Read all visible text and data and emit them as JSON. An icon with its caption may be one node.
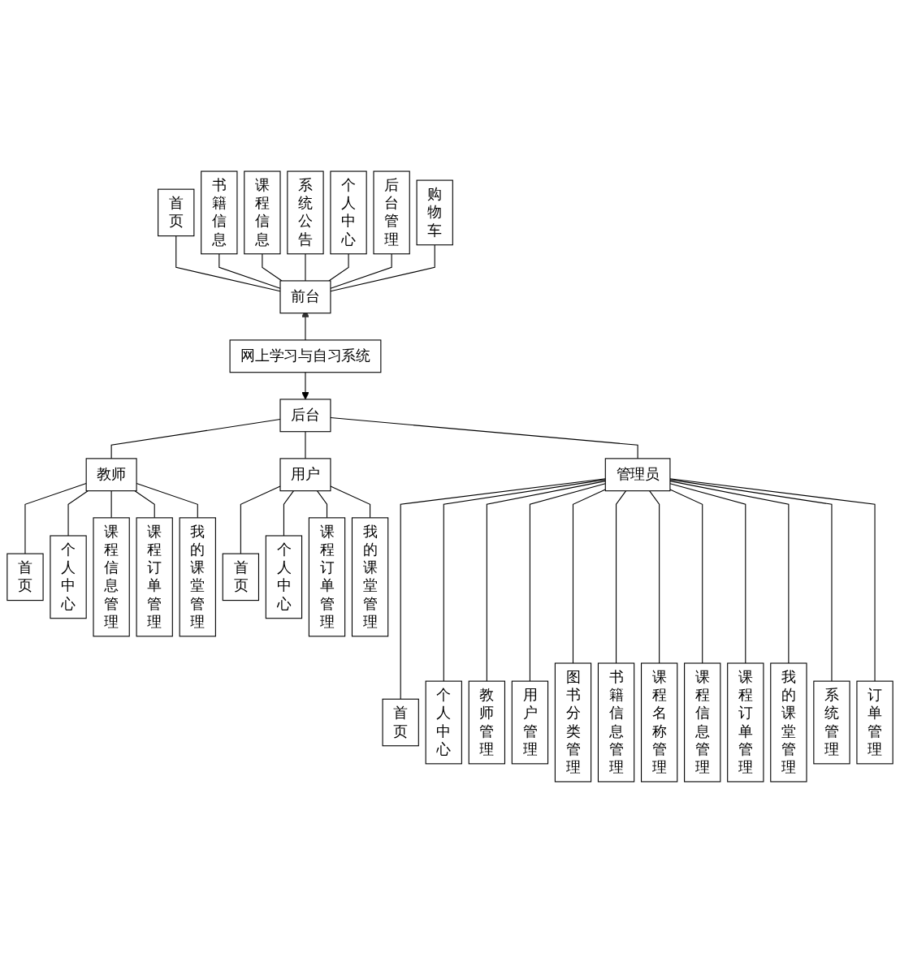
{
  "diagram": {
    "nodes": [
      {
        "text": [
          "首页"
        ]
      },
      {
        "text": [
          "书籍信息"
        ]
      },
      {
        "text": [
          "课程信息"
        ]
      },
      {
        "text": [
          "系统公告"
        ]
      },
      {
        "text": [
          "个人中心"
        ]
      },
      {
        "text": [
          "后台管理"
        ]
      },
      {
        "text": [
          "购物车"
        ]
      },
      {
        "text": [
          "前台"
        ]
      },
      {
        "text": [
          "网上学习与自习系统"
        ]
      },
      {
        "text": [
          "后台"
        ]
      },
      {
        "text": [
          "教师"
        ]
      },
      {
        "text": [
          "管理员"
        ]
      },
      {
        "text": [
          "用户"
        ]
      },
      {
        "text": [
          "首页"
        ]
      },
      {
        "text": [
          "个人中心"
        ]
      },
      {
        "text": [
          "课程信息管理"
        ]
      },
      {
        "text": [
          "课程订单管理"
        ]
      },
      {
        "text": [
          "我的课堂管理"
        ]
      },
      {
        "text": [
          "首页"
        ]
      },
      {
        "text": [
          "个人中心"
        ]
      },
      {
        "text": [
          "课程订单管理"
        ]
      },
      {
        "text": [
          "我的课堂管理"
        ]
      },
      {
        "text": [
          "首页"
        ]
      },
      {
        "text": [
          "个人中心"
        ]
      },
      {
        "text": [
          "教师管理"
        ]
      },
      {
        "text": [
          "用户管理"
        ]
      },
      {
        "text": [
          "图书分类管理"
        ]
      },
      {
        "text": [
          "书籍信息管理"
        ]
      },
      {
        "text": [
          "课程名称管理"
        ]
      },
      {
        "text": [
          "课程信息管理"
        ]
      },
      {
        "text": [
          "课程订单管理"
        ]
      },
      {
        "text": [
          "我的课堂管理"
        ]
      },
      {
        "text": [
          "系统管理"
        ]
      },
      {
        "text": [
          "订单管理"
        ]
      }
    ],
    "edges": [
      {
        "from": 7,
        "to": 0,
        "arrow": "none"
      },
      {
        "from": 7,
        "to": 1,
        "arrow": "none"
      },
      {
        "from": 7,
        "to": 2,
        "arrow": "none"
      },
      {
        "from": 7,
        "to": 3,
        "arrow": "none"
      },
      {
        "from": 7,
        "to": 4,
        "arrow": "none"
      },
      {
        "from": 7,
        "to": 5,
        "arrow": "none"
      },
      {
        "from": 7,
        "to": 6,
        "arrow": "none"
      },
      {
        "from": 8,
        "to": 7,
        "arrow": "to"
      },
      {
        "from": 8,
        "to": 9,
        "arrow": "to"
      },
      {
        "from": 9,
        "to": 10,
        "arrow": "none"
      },
      {
        "from": 9,
        "to": 11,
        "arrow": "none"
      },
      {
        "from": 9,
        "to": 12,
        "arrow": "none"
      },
      {
        "from": 10,
        "to": 13,
        "arrow": "none"
      },
      {
        "from": 10,
        "to": 14,
        "arrow": "none"
      },
      {
        "from": 10,
        "to": 15,
        "arrow": "none"
      },
      {
        "from": 10,
        "to": 16,
        "arrow": "none"
      },
      {
        "from": 10,
        "to": 17,
        "arrow": "none"
      },
      {
        "from": 12,
        "to": 18,
        "arrow": "none"
      },
      {
        "from": 12,
        "to": 19,
        "arrow": "none"
      },
      {
        "from": 12,
        "to": 20,
        "arrow": "none"
      },
      {
        "from": 12,
        "to": 21,
        "arrow": "none"
      },
      {
        "from": 11,
        "to": 22,
        "arrow": "none"
      },
      {
        "from": 11,
        "to": 23,
        "arrow": "none"
      },
      {
        "from": 11,
        "to": 24,
        "arrow": "none"
      },
      {
        "from": 11,
        "to": 25,
        "arrow": "none"
      },
      {
        "from": 11,
        "to": 26,
        "arrow": "none"
      },
      {
        "from": 11,
        "to": 27,
        "arrow": "none"
      },
      {
        "from": 11,
        "to": 28,
        "arrow": "none"
      },
      {
        "from": 11,
        "to": 29,
        "arrow": "none"
      },
      {
        "from": 11,
        "to": 30,
        "arrow": "none"
      },
      {
        "from": 11,
        "to": 31,
        "arrow": "none"
      },
      {
        "from": 11,
        "to": 32,
        "arrow": "none"
      },
      {
        "from": 11,
        "to": 33,
        "arrow": "none"
      }
    ]
  }
}
